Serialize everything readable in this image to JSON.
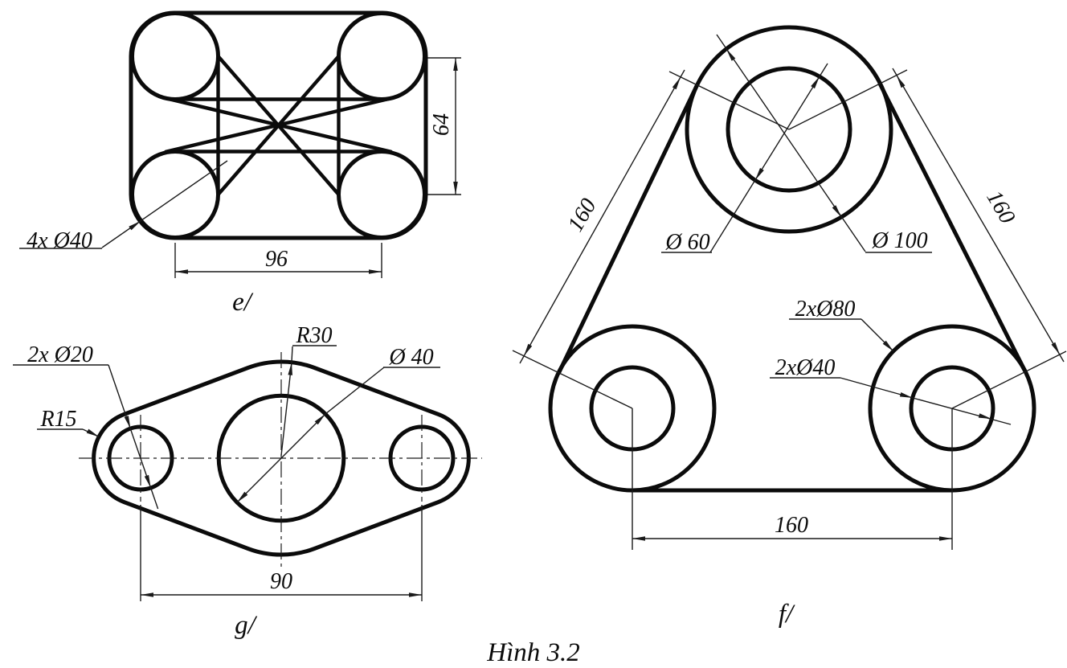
{
  "caption": "Hình 3.2",
  "figures": {
    "e": {
      "label": "e/",
      "hole_note": "4x Ø40",
      "dim_width": "96",
      "dim_height": "64"
    },
    "g": {
      "label": "g/",
      "hole_note": "2x Ø20",
      "end_radius": "R15",
      "top_radius": "R30",
      "center_diameter": "Ø 40",
      "dim_centers": "90"
    },
    "f": {
      "label": "f/",
      "side_left": "160",
      "side_right": "160",
      "dim_bottom": "160",
      "top_inner_diameter": "Ø 60",
      "top_outer_diameter": "Ø 100",
      "bottom_outer_note": "2xØ80",
      "bottom_inner_note": "2xØ40"
    }
  }
}
